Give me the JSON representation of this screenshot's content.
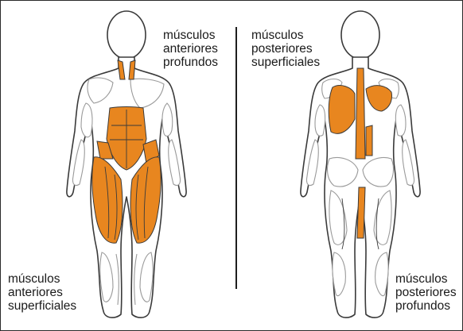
{
  "colors": {
    "highlight": "#e8861f",
    "outline": "#3a3a3a",
    "muscle_line": "#9a9a9a",
    "muscle_fill": "#d0d0d0"
  },
  "labels": {
    "top_left": [
      "músculos",
      "anteriores",
      "profundos"
    ],
    "top_right": [
      "músculos",
      "posteriores",
      "superficiales"
    ],
    "bottom_left": [
      "músculos",
      "anteriores",
      "superficiales"
    ],
    "bottom_right": [
      "músculos",
      "posteriores",
      "profundos"
    ]
  }
}
